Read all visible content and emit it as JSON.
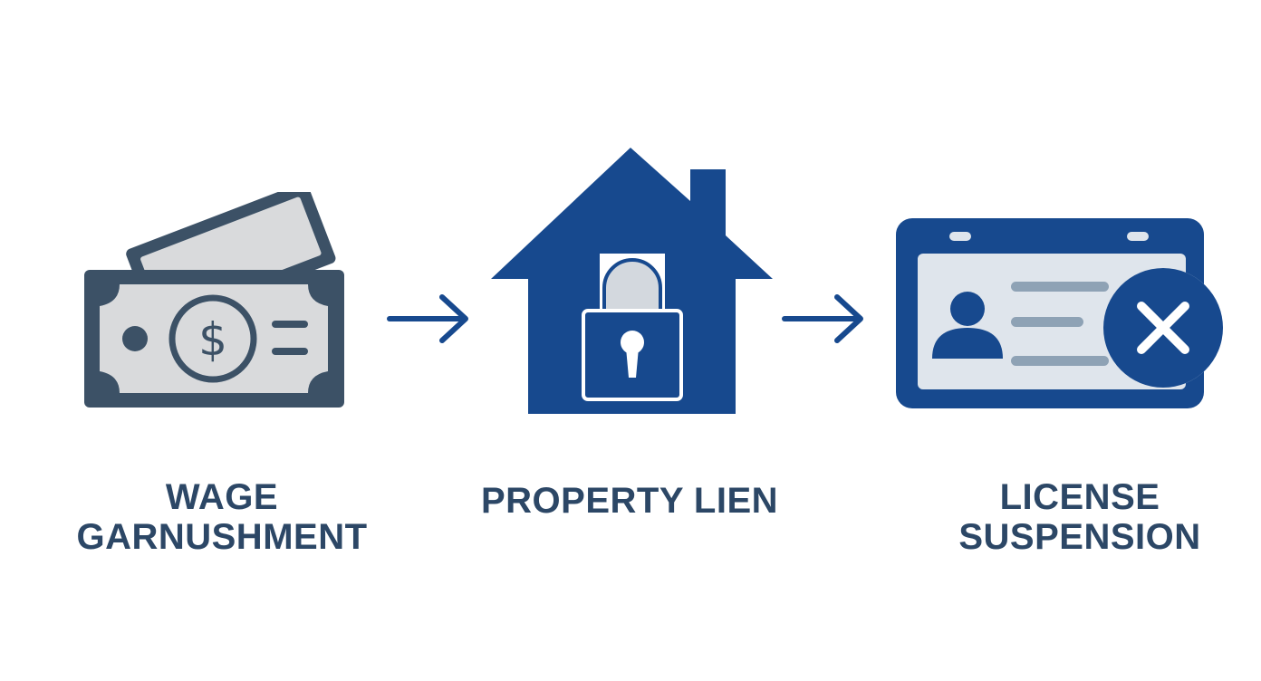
{
  "steps": [
    {
      "icon": "money-bills-icon",
      "symbol": "$",
      "label_lines": [
        "WAGE",
        "GARNUSHMENT"
      ]
    },
    {
      "icon": "house-lock-icon",
      "label_lines": [
        "PROPERTY LIEN"
      ]
    },
    {
      "icon": "id-card-cancel-icon",
      "label_lines": [
        "LICENSE",
        "SUSPENSION"
      ]
    }
  ],
  "connectors": [
    "arrow-right-icon",
    "arrow-right-icon"
  ],
  "colors": {
    "navy": "#17498e",
    "slate": "#3c5166",
    "label": "#2c4766",
    "bill_fill": "#d9dadc",
    "card_fill": "#dfe5ec",
    "card_lines": "#8ea2b5",
    "lock_shackle_fill": "#d3d8de",
    "background": "#ffffff"
  }
}
